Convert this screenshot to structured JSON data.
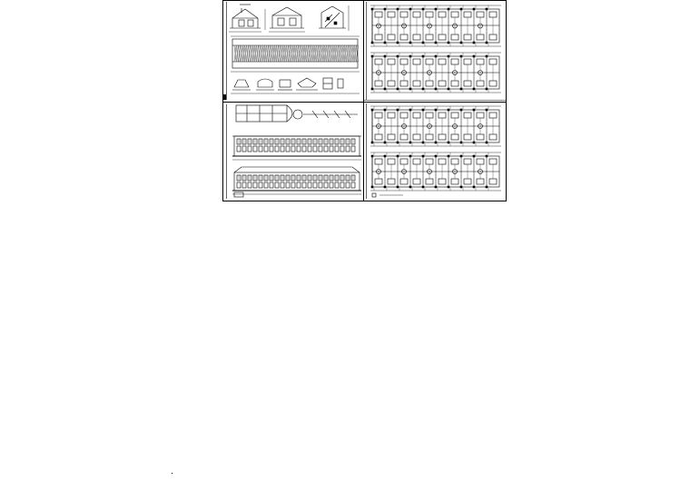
{
  "drawing": {
    "sheets": [
      {
        "id": "sections-and-details",
        "kind": "sections-roof-details"
      },
      {
        "id": "floor-plan-upper",
        "kind": "floor-plan"
      },
      {
        "id": "elevations",
        "kind": "elevations"
      },
      {
        "id": "floor-plan-lower",
        "kind": "floor-plan"
      }
    ],
    "colors": {
      "ink": "#000000",
      "paper": "#ffffff"
    }
  }
}
